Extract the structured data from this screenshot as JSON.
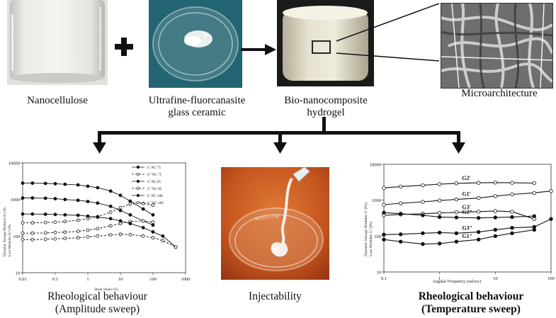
{
  "top": {
    "nanocellulose_label": "Nanocellulose",
    "glass_label_line1": "Ultrafine-fluorcanasite",
    "glass_label_line2": "glass ceramic",
    "hydrogel_label_line1": "Bio-nanocomposite",
    "hydrogel_label_line2": "hydrogel",
    "micro_label": "Microarchitecture"
  },
  "bottom": {
    "left_caption_line1": "Rheological behaviour",
    "left_caption_line2": "(Amplitude sweep)",
    "middle_caption": "Injectability",
    "right_caption_line1": "Rheological behaviour",
    "right_caption_line2": "(Temperature sweep)",
    "petri_text": "MOTTO 1700"
  },
  "chart_data": [
    {
      "type": "line",
      "xlabel": "Shear Strain (%)",
      "ylabel": "Dynamic Storage Modulus (G') Pa / Loss Modulus (G\") Pa",
      "xscale": "log",
      "yscale": "log",
      "xlim": [
        0.01,
        1000
      ],
      "ylim": [
        10,
        10000
      ],
      "x_ticks": [
        "0.01",
        "0.1",
        "1",
        "10",
        "100",
        "1000"
      ],
      "y_ticks": [
        "10",
        "100",
        "1000",
        "10000"
      ],
      "legend": [
        "G' NC 75",
        "G\" NC 75",
        "G' NC 85",
        "G\" NC 85",
        "G' NC 100",
        "G\" NC 100"
      ],
      "series": [
        {
          "name": "G' NC 75",
          "marker": "filled",
          "x": [
            0.01,
            0.02,
            0.05,
            0.1,
            0.2,
            0.5,
            1,
            2,
            5,
            10,
            20,
            50,
            100
          ],
          "y": [
            2800,
            2800,
            2750,
            2700,
            2600,
            2500,
            2300,
            2100,
            1700,
            1300,
            900,
            550,
            380
          ]
        },
        {
          "name": "G\" NC 75",
          "marker": "open",
          "x": [
            0.01,
            0.02,
            0.05,
            0.1,
            0.2,
            0.5,
            1,
            2,
            5,
            10,
            20,
            50,
            100
          ],
          "y": [
            230,
            230,
            235,
            240,
            250,
            270,
            300,
            340,
            450,
            600,
            750,
            780,
            700
          ]
        },
        {
          "name": "G' NC 85",
          "marker": "filled",
          "x": [
            0.01,
            0.02,
            0.05,
            0.1,
            0.2,
            0.5,
            1,
            2,
            5,
            10,
            20,
            50,
            100
          ],
          "y": [
            1100,
            1100,
            1080,
            1050,
            1000,
            950,
            880,
            800,
            650,
            500,
            380,
            260,
            200
          ]
        },
        {
          "name": "G\" NC 85",
          "marker": "open",
          "x": [
            0.01,
            0.02,
            0.05,
            0.1,
            0.2,
            0.5,
            1,
            2,
            5,
            10,
            20,
            50,
            100
          ],
          "y": [
            120,
            120,
            122,
            125,
            128,
            135,
            145,
            160,
            190,
            220,
            250,
            260,
            240
          ]
        },
        {
          "name": "G' NC 100",
          "marker": "filled",
          "x": [
            0.01,
            0.02,
            0.05,
            0.1,
            0.2,
            0.5,
            1,
            2,
            5,
            10,
            20,
            50,
            100,
            200,
            500
          ],
          "y": [
            400,
            400,
            395,
            390,
            380,
            370,
            350,
            330,
            300,
            260,
            220,
            170,
            130,
            100,
            50
          ]
        },
        {
          "name": "G\" NC 100",
          "marker": "open",
          "x": [
            0.01,
            0.02,
            0.05,
            0.1,
            0.2,
            0.5,
            1,
            2,
            5,
            10,
            20,
            50,
            100,
            200,
            500
          ],
          "y": [
            80,
            80,
            82,
            84,
            86,
            90,
            95,
            100,
            108,
            112,
            110,
            100,
            90,
            75,
            50
          ]
        }
      ]
    },
    {
      "type": "line",
      "xlabel": "Angular Frequency (rad/sec)",
      "ylabel": "Dynamic Storage Modulus G' [Pa] / Loss Modulus G\" [Pa]",
      "xscale": "log",
      "yscale": "log",
      "xlim": [
        0.1,
        100
      ],
      "ylim": [
        10,
        10000
      ],
      "x_ticks": [
        "0.1",
        "1",
        "10",
        "100"
      ],
      "y_ticks": [
        "10",
        "100",
        "1000",
        "10000"
      ],
      "series": [
        {
          "name": "G2'",
          "marker": "open",
          "x": [
            0.1,
            0.2,
            0.5,
            1,
            2,
            5,
            10,
            20,
            50
          ],
          "y": [
            2200,
            2400,
            2600,
            2800,
            2950,
            3050,
            3100,
            3050,
            3000
          ]
        },
        {
          "name": "G1'",
          "marker": "open",
          "x": [
            0.1,
            0.2,
            0.5,
            1,
            2,
            5,
            10,
            20,
            50,
            100
          ],
          "y": [
            750,
            820,
            900,
            980,
            1050,
            1150,
            1300,
            1450,
            1600,
            1800
          ]
        },
        {
          "name": "G3'",
          "marker": "open",
          "x": [
            0.1,
            0.2,
            0.5,
            1,
            2,
            5,
            10,
            20,
            50
          ],
          "y": [
            380,
            400,
            420,
            440,
            460,
            480,
            500,
            480,
            300
          ]
        },
        {
          "name": "G2\"",
          "marker": "filled",
          "x": [
            0.1,
            0.2,
            0.5,
            1,
            2,
            5,
            10,
            20,
            50
          ],
          "y": [
            450,
            420,
            380,
            340,
            330,
            320,
            330,
            340,
            360
          ]
        },
        {
          "name": "G3\"",
          "marker": "filled",
          "x": [
            0.1,
            0.2,
            0.5,
            1,
            2,
            5,
            10,
            20,
            50,
            100
          ],
          "y": [
            110,
            112,
            120,
            125,
            120,
            130,
            150,
            170,
            180,
            300
          ]
        },
        {
          "name": "G1\"",
          "marker": "filled",
          "x": [
            0.1,
            0.2,
            0.5,
            1,
            2,
            5,
            10,
            20,
            50
          ],
          "y": [
            80,
            70,
            60,
            62,
            70,
            80,
            100,
            120,
            150
          ]
        }
      ],
      "curve_labels": [
        "G2'",
        "G1'",
        "G3'",
        "G2\"",
        "G3\"",
        "G1\""
      ]
    }
  ]
}
